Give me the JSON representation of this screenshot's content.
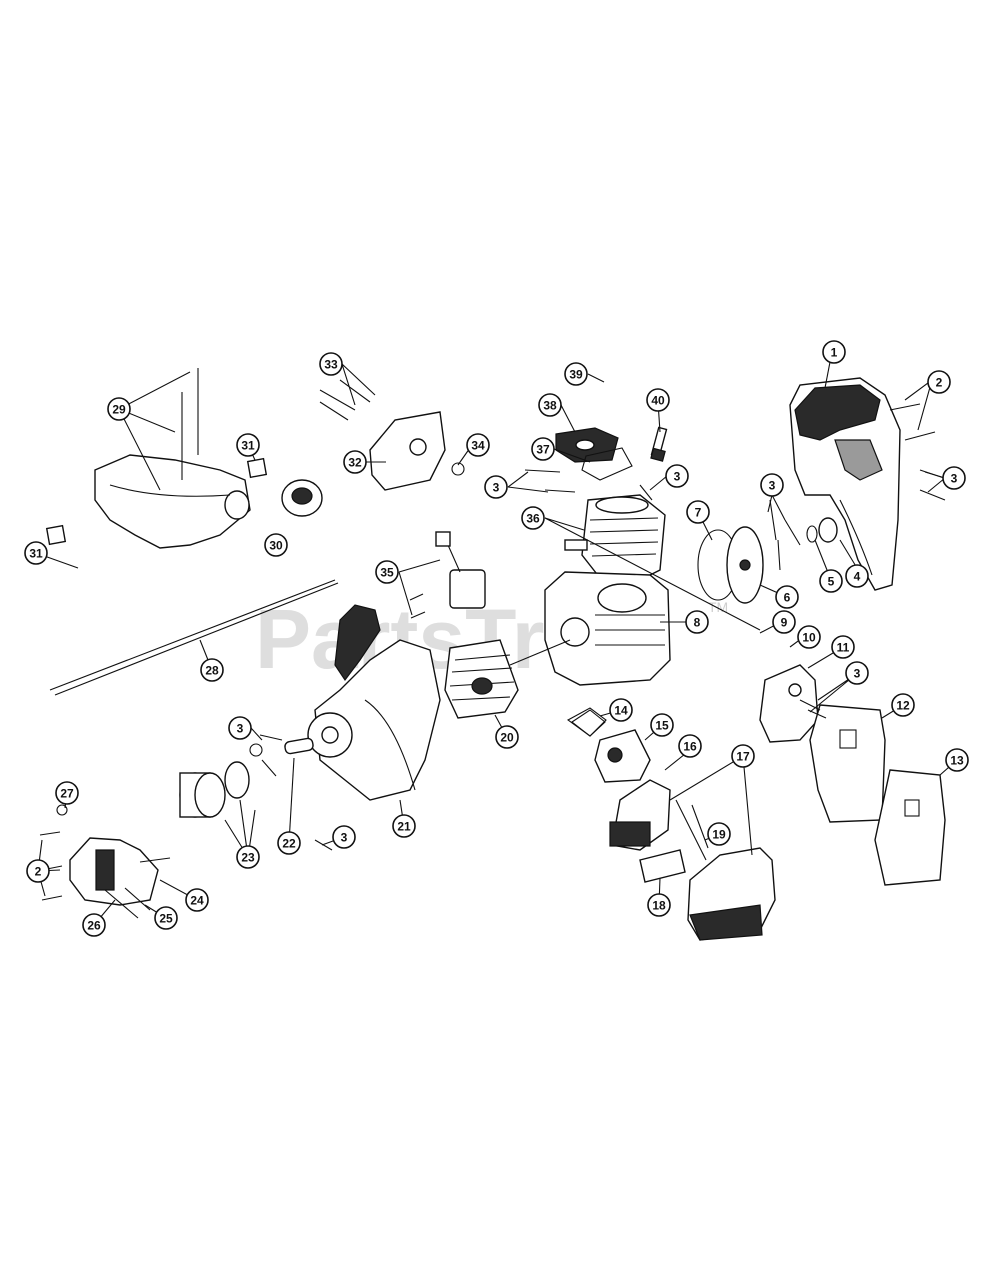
{
  "watermark": {
    "text": "PartsTree",
    "mark": "TM"
  },
  "callouts": [
    {
      "id": "c1",
      "label": "1"
    },
    {
      "id": "c2a",
      "label": "2"
    },
    {
      "id": "c3a",
      "label": "3"
    },
    {
      "id": "c3b",
      "label": "3"
    },
    {
      "id": "c4",
      "label": "4"
    },
    {
      "id": "c5",
      "label": "5"
    },
    {
      "id": "c6",
      "label": "6"
    },
    {
      "id": "c7",
      "label": "7"
    },
    {
      "id": "c8",
      "label": "8"
    },
    {
      "id": "c9",
      "label": "9"
    },
    {
      "id": "c10",
      "label": "10"
    },
    {
      "id": "c11",
      "label": "11"
    },
    {
      "id": "c3c",
      "label": "3"
    },
    {
      "id": "c12",
      "label": "12"
    },
    {
      "id": "c13",
      "label": "13"
    },
    {
      "id": "c14",
      "label": "14"
    },
    {
      "id": "c15",
      "label": "15"
    },
    {
      "id": "c16",
      "label": "16"
    },
    {
      "id": "c17",
      "label": "17"
    },
    {
      "id": "c19",
      "label": "19"
    },
    {
      "id": "c18",
      "label": "18"
    },
    {
      "id": "c39",
      "label": "39"
    },
    {
      "id": "c38",
      "label": "38"
    },
    {
      "id": "c40",
      "label": "40"
    },
    {
      "id": "c37",
      "label": "37"
    },
    {
      "id": "c3d",
      "label": "3"
    },
    {
      "id": "c3e",
      "label": "3"
    },
    {
      "id": "c36",
      "label": "36"
    },
    {
      "id": "c33",
      "label": "33"
    },
    {
      "id": "c32",
      "label": "32"
    },
    {
      "id": "c34",
      "label": "34"
    },
    {
      "id": "c35",
      "label": "35"
    },
    {
      "id": "c29",
      "label": "29"
    },
    {
      "id": "c31a",
      "label": "31"
    },
    {
      "id": "c30",
      "label": "30"
    },
    {
      "id": "c31b",
      "label": "31"
    },
    {
      "id": "c28",
      "label": "28"
    },
    {
      "id": "c20",
      "label": "20"
    },
    {
      "id": "c21",
      "label": "21"
    },
    {
      "id": "c3f",
      "label": "3"
    },
    {
      "id": "c3g",
      "label": "3"
    },
    {
      "id": "c22",
      "label": "22"
    },
    {
      "id": "c23",
      "label": "23"
    },
    {
      "id": "c27",
      "label": "27"
    },
    {
      "id": "c2b",
      "label": "2"
    },
    {
      "id": "c24",
      "label": "24"
    },
    {
      "id": "c25",
      "label": "25"
    },
    {
      "id": "c26",
      "label": "26"
    }
  ]
}
